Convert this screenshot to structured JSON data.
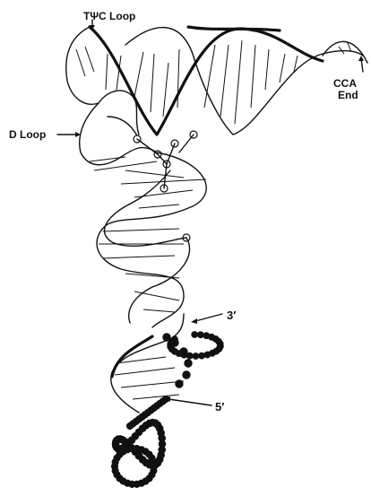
{
  "labels": {
    "tpsic_loop": "TΨC Loop",
    "d_loop": "D Loop",
    "cca_end": [
      "CCA",
      "End"
    ],
    "three_prime": "3′",
    "five_prime": "5′"
  },
  "colors": {
    "ink": "#111111",
    "background": "#ffffff"
  }
}
